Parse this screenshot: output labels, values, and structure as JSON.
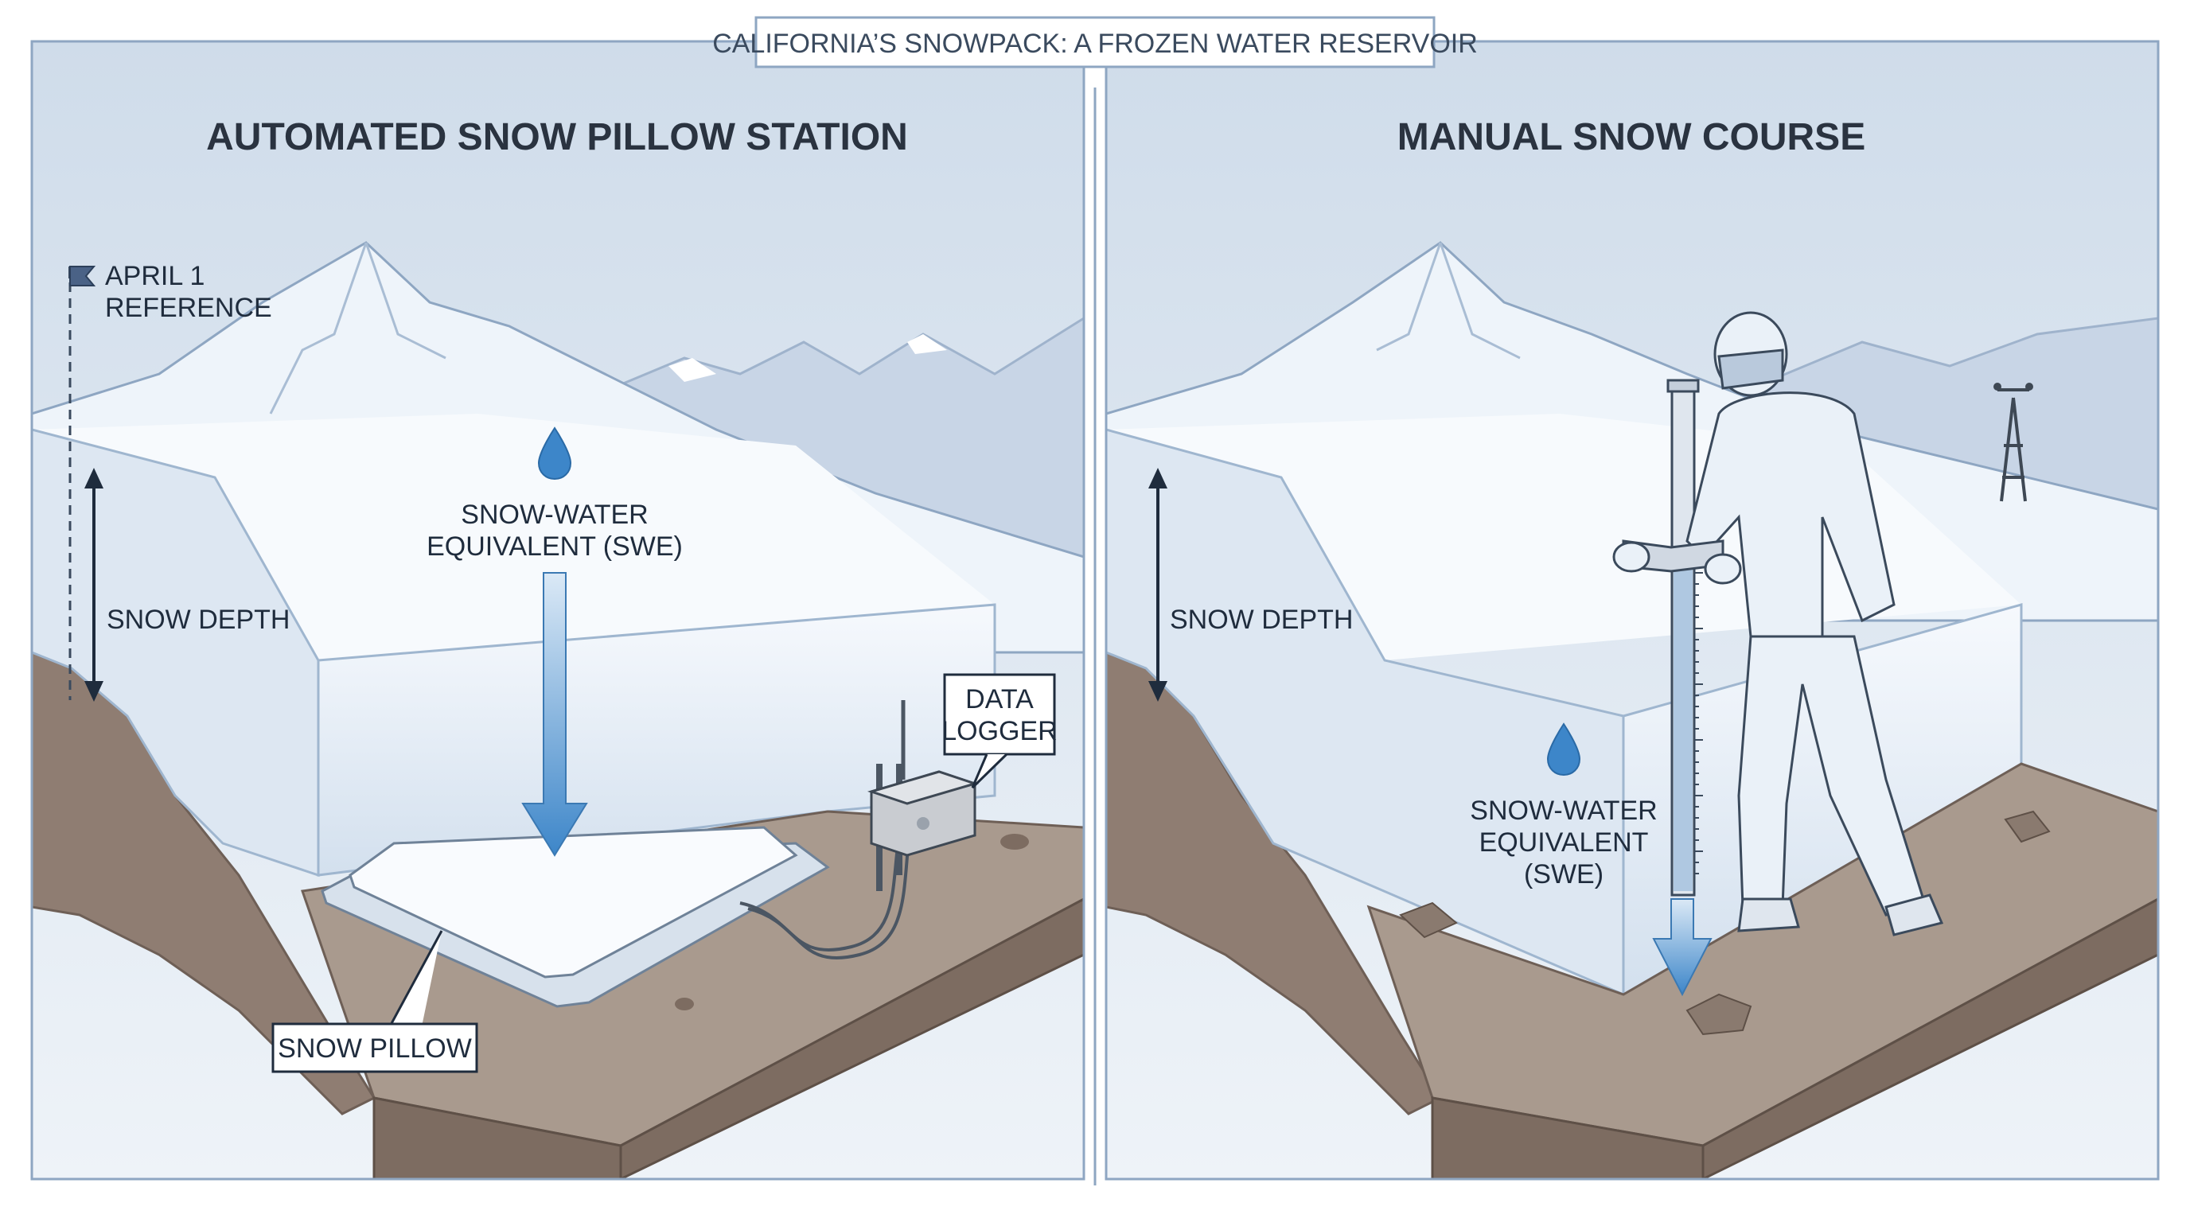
{
  "title": "CALIFORNIA’S SNOWPACK: A FROZEN WATER RESERVOIR",
  "left_panel": {
    "header": "AUTOMATED SNOW PILLOW STATION",
    "april_line1": "APRIL 1",
    "april_line2": "REFERENCE",
    "snow_depth": "SNOW DEPTH",
    "swe_line1": "SNOW-WATER",
    "swe_line2": "EQUIVALENT (SWE)",
    "logger_line1": "DATA",
    "logger_line2": "LOGGER",
    "pillow": "SNOW PILLOW"
  },
  "right_panel": {
    "header": "MANUAL SNOW COURSE",
    "snow_depth": "SNOW DEPTH",
    "swe_line1": "SNOW-WATER",
    "swe_line2": "EQUIVALENT",
    "swe_line3": "(SWE)"
  },
  "colors": {
    "sky": "#dfe8f2",
    "snow": "#f4f8fc",
    "snow_shadow": "#c9d8e9",
    "rock": "#8f7d72",
    "soil": "#a99a8e",
    "water_blue": "#3d86c9",
    "ink": "#1f2c3d"
  }
}
